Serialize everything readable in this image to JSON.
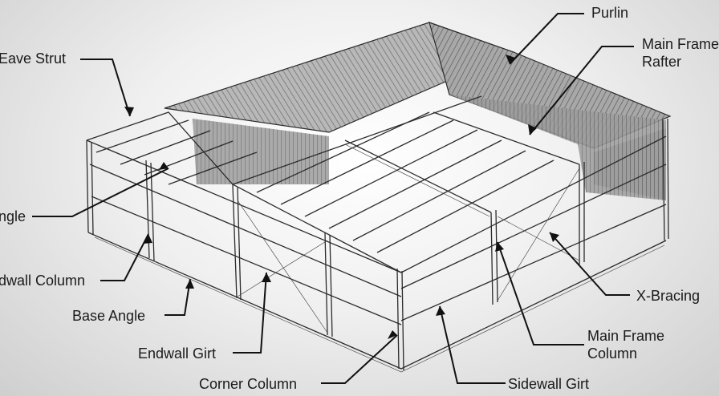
{
  "labels": {
    "purlin": "Purlin",
    "main_frame_rafter_1": "Main Frame",
    "main_frame_rafter_2": "Rafter",
    "eave_strut": "Eave Strut",
    "rake_angle": "ngle",
    "endwall_column": "dwall Column",
    "base_angle": "Base Angle",
    "endwall_girt": "Endwall Girt",
    "corner_column": "Corner Column",
    "sidewall_girt": "Sidewall Girt",
    "main_frame_column_1": "Main Frame",
    "main_frame_column_2": "Column",
    "x_bracing": "X-Bracing"
  },
  "colors": {
    "frame": "#2b2b2b",
    "roof_panel": "#9a9a9a",
    "wall_panel": "#8c8c8c",
    "leader": "#111111"
  }
}
